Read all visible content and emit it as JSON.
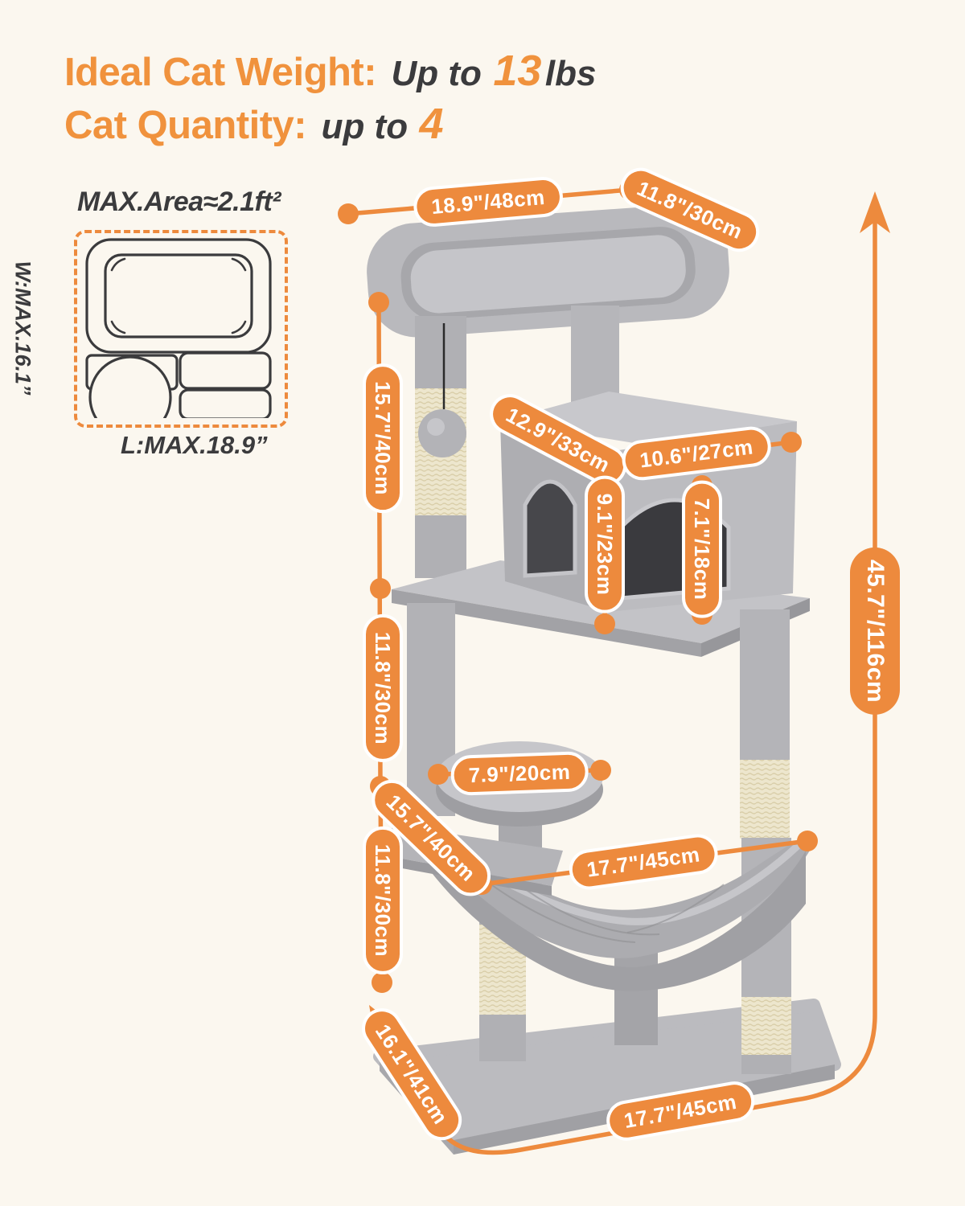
{
  "background": "#FBF7EF",
  "colors": {
    "accent": "#ED8A3D",
    "header_orange": "#F0923D",
    "text_dark": "#3B3B3D",
    "plush_grey": "#B9B9BD",
    "sisal": "#EDE6CD"
  },
  "header": {
    "weight_label": "Ideal Cat Weight:",
    "weight_prefix": "Up to",
    "weight_value": "13",
    "weight_suffix": "lbs",
    "quantity_label": "Cat Quantity:",
    "quantity_prefix": "up to",
    "quantity_value": "4"
  },
  "area": {
    "title": "MAX.Area≈2.1ft²",
    "width_label": "W:MAX.16.1”",
    "length_label": "L:MAX.18.9”"
  },
  "dims": [
    {
      "id": "top-perch-length",
      "label": "18.9\"/48cm"
    },
    {
      "id": "top-perch-width",
      "label": "11.8\"/30cm"
    },
    {
      "id": "upper-post-height",
      "label": "15.7\"/40cm"
    },
    {
      "id": "condo-depth",
      "label": "12.9\"/33cm"
    },
    {
      "id": "condo-width",
      "label": "10.6\"/27cm"
    },
    {
      "id": "condo-height",
      "label": "9.1\"/23cm"
    },
    {
      "id": "condo-door-height",
      "label": "7.1\"/18cm"
    },
    {
      "id": "mid-section-height",
      "label": "11.8\"/30cm"
    },
    {
      "id": "round-platform-diameter",
      "label": "7.9\"/20cm"
    },
    {
      "id": "hammock-depth",
      "label": "15.7\"/40cm"
    },
    {
      "id": "hammock-width",
      "label": "17.7\"/45cm"
    },
    {
      "id": "lower-section-height",
      "label": "11.8\"/30cm"
    },
    {
      "id": "overall-height",
      "label": "45.7\"/116cm"
    },
    {
      "id": "base-depth",
      "label": "16.1\"/41cm"
    },
    {
      "id": "base-width",
      "label": "17.7\"/45cm"
    }
  ]
}
